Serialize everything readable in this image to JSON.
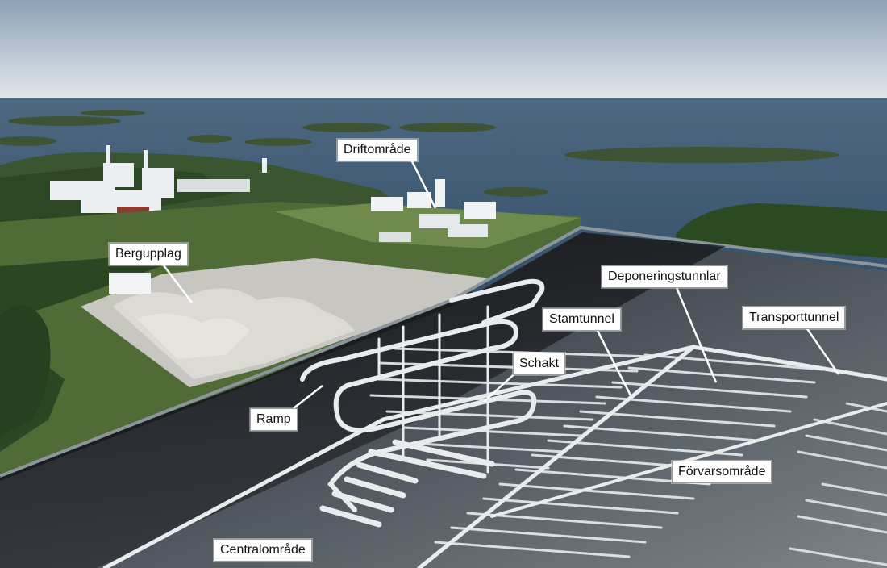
{
  "labels": {
    "driftomrade": "Driftområde",
    "bergupplag": "Bergupplag",
    "deponeringstunnlar": "Deponeringstunnlar",
    "stamtunnel": "Stamtunnel",
    "transporttunnel": "Transporttunnel",
    "schakt": "Schakt",
    "ramp": "Ramp",
    "forvarsomrade": "Förvarsområde",
    "centralomrade": "Centralområde"
  },
  "colors": {
    "sky_top": "#8fa3b8",
    "sky_horizon": "#dfe3e6",
    "sea": "#3e5a72",
    "forest": "#2d4a25",
    "bedrock": "#2a2d31",
    "tunnel": "#e9ecee",
    "label_bg": "#ffffff",
    "leader": "#ffffff"
  }
}
